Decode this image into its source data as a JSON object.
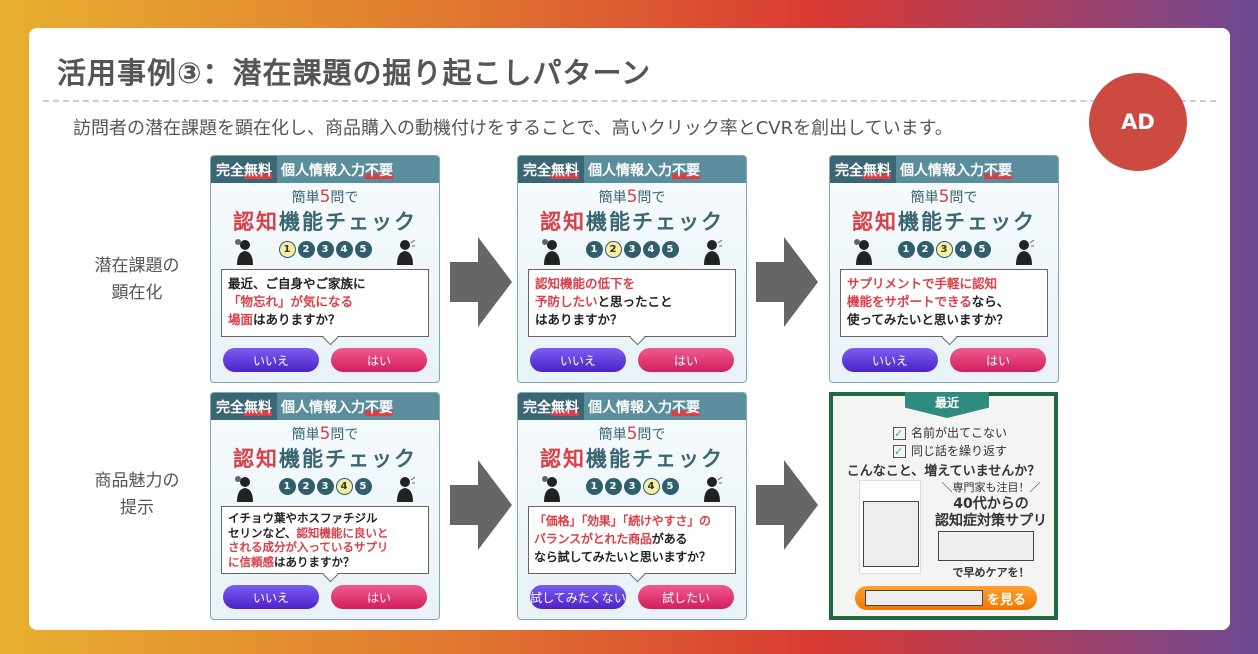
{
  "header": {
    "title": "活用事例③：潜在課題の掘り起こしパターン",
    "subtitle": "訪問者の潜在課題を顕在化し、商品購入の動機付けをすることで、高いクリック率とCVRを創出しています。",
    "badge": "AD"
  },
  "rows": [
    {
      "label1": "潜在課題の",
      "label2": "顕在化"
    },
    {
      "label1": "商品魅力の",
      "label2": "提示"
    }
  ],
  "quiz_common": {
    "tab_free_a": "完全",
    "tab_free_b": "無料",
    "tab_info_a": "個人情報入力",
    "tab_info_b": "不要",
    "h1_a": "簡単",
    "h1_n": "5",
    "h1_b": "問で",
    "h2_red": "認知",
    "h2_rest": "機能チェック",
    "steps": [
      "1",
      "2",
      "3",
      "4",
      "5"
    ]
  },
  "colors": {
    "accent_red": "#d9404a",
    "teal": "#3b6674",
    "ad_red": "#cc4a40"
  },
  "cards": [
    {
      "active": 1,
      "no": "いいえ",
      "yes": "はい",
      "lines": [
        [
          {
            "t": "最近、ご自身やご家族に"
          }
        ],
        [
          {
            "t": "「物忘れ」が気になる",
            "r": true
          }
        ],
        [
          {
            "t": "場面",
            "r": true
          },
          {
            "t": "はありますか？"
          }
        ]
      ]
    },
    {
      "active": 2,
      "no": "いいえ",
      "yes": "はい",
      "lines": [
        [
          {
            "t": "認知機能の低下を",
            "r": true
          }
        ],
        [
          {
            "t": "予防したい",
            "r": true
          },
          {
            "t": "と思ったこと"
          }
        ],
        [
          {
            "t": "はありますか？"
          }
        ]
      ]
    },
    {
      "active": 3,
      "no": "いいえ",
      "yes": "はい",
      "lines": [
        [
          {
            "t": "サプリメントで手軽に認知",
            "r": true
          }
        ],
        [
          {
            "t": "機能をサポートできる",
            "r": true
          },
          {
            "t": "なら、"
          }
        ],
        [
          {
            "t": "使ってみたいと思いますか？"
          }
        ]
      ]
    },
    {
      "active": 4,
      "no": "いいえ",
      "yes": "はい",
      "lines": [
        [
          {
            "t": "イチョウ葉やホスファチジル"
          }
        ],
        [
          {
            "t": "セリンなど、"
          },
          {
            "t": "認知機能に良いと",
            "r": true
          }
        ],
        [
          {
            "t": "される成分が入っているサプリ",
            "r": true
          }
        ],
        [
          {
            "t": "に信頼感",
            "r": true
          },
          {
            "t": "はありますか？"
          }
        ]
      ]
    },
    {
      "active": 4,
      "no": "試してみたくない",
      "yes": "試したい",
      "lines": [
        [
          {
            "t": "「価格」「効果」「続けやすさ」の",
            "r": true
          }
        ],
        [
          {
            "t": "バランスがとれた商品",
            "r": true
          },
          {
            "t": "がある"
          }
        ],
        [
          {
            "t": "なら試してみたいと思いますか？"
          }
        ]
      ]
    }
  ],
  "ad_creative": {
    "ribbon": "最近",
    "check1": "名前が出てこない",
    "check2": "同じ話を繰り返す",
    "question": "こんなこと、増えていませんか？",
    "expert": "＼専門家も注目！／",
    "line1": "40代からの",
    "line2": "認知症対策サプリ",
    "care": "で早めケアを！",
    "cta": "を見る"
  }
}
